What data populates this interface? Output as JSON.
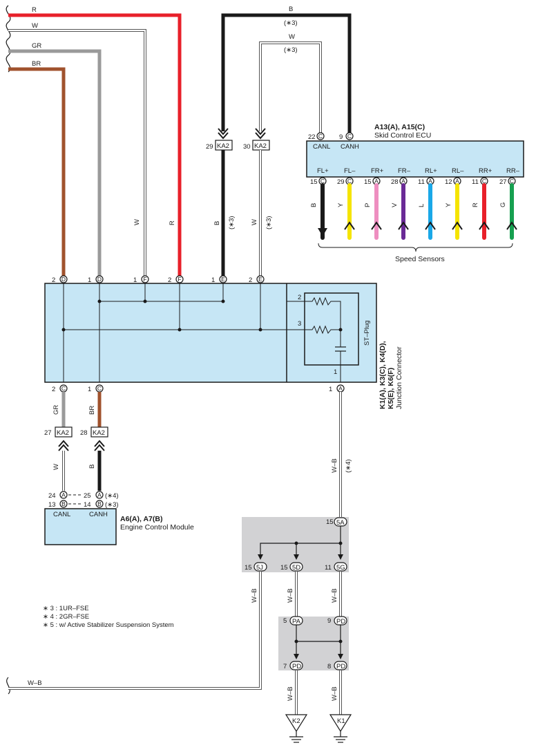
{
  "wires": {
    "left_R": "R",
    "left_W": "W",
    "left_GR": "GR",
    "left_BR": "BR",
    "top_B": "B",
    "top_B_note": "(∗3)",
    "top_W": "W",
    "top_W_note": "(∗3)",
    "vert_W1": "W",
    "vert_R1": "R",
    "vert_B2": "B",
    "vert_B2_note": "(∗3)",
    "vert_W2": "W",
    "vert_W2_note": "(∗3)",
    "low_GR": "GR",
    "low_BR": "BR",
    "low_W": "W",
    "low_B": "B",
    "jc_WB": "W–B",
    "jc_WB_note": "(∗4)",
    "wb1": "W–B",
    "wb2": "W–B",
    "wb3": "W–B",
    "wb4": "W–B",
    "wb5": "W–B",
    "bottom_WB": "W–B"
  },
  "skid_ecu": {
    "title": "A13(A), A15(C)",
    "subtitle": "Skid Control ECU",
    "top_pins": [
      {
        "num": "22",
        "letter": "C",
        "label": "CANL"
      },
      {
        "num": "9",
        "letter": "C",
        "label": "CANH"
      }
    ],
    "bottom_pins": [
      {
        "num": "15",
        "letter": "C",
        "label": "FL+",
        "wire": "B",
        "color": "#1a1a1a"
      },
      {
        "num": "29",
        "letter": "C",
        "label": "FL–",
        "wire": "Y",
        "color": "#f5e400"
      },
      {
        "num": "15",
        "letter": "A",
        "label": "FR+",
        "wire": "P",
        "color": "#ee8ec0"
      },
      {
        "num": "28",
        "letter": "A",
        "label": "FR–",
        "wire": "V",
        "color": "#6a2a96"
      },
      {
        "num": "11",
        "letter": "A",
        "label": "RL+",
        "wire": "L",
        "color": "#1aa8e8"
      },
      {
        "num": "12",
        "letter": "A",
        "label": "RL–",
        "wire": "Y",
        "color": "#f5e400"
      },
      {
        "num": "11",
        "letter": "C",
        "label": "RR+",
        "wire": "R",
        "color": "#e8202a"
      },
      {
        "num": "27",
        "letter": "C",
        "label": "RR–",
        "wire": "G",
        "color": "#16a050"
      }
    ],
    "sensors_label": "Speed Sensors"
  },
  "connectors": {
    "ka2_29": {
      "num": "29",
      "name": "KA2"
    },
    "ka2_30": {
      "num": "30",
      "name": "KA2"
    },
    "ka2_27": {
      "num": "27",
      "name": "KA2"
    },
    "ka2_28": {
      "num": "28",
      "name": "KA2"
    }
  },
  "junction": {
    "label_line1": "K1(A), K3(C), K4(D),",
    "label_line2": "K5(E), K6(F)",
    "label_line3": "Junction Connector",
    "st_plug": "ST–Plug",
    "top_pins": [
      {
        "num": "2",
        "letter": "D"
      },
      {
        "num": "1",
        "letter": "D"
      },
      {
        "num": "1",
        "letter": "F"
      },
      {
        "num": "2",
        "letter": "F"
      },
      {
        "num": "1",
        "letter": "E"
      },
      {
        "num": "2",
        "letter": "E"
      }
    ],
    "bottom_pins": [
      {
        "num": "2",
        "letter": "C"
      },
      {
        "num": "1",
        "letter": "C"
      },
      {
        "num": "1",
        "letter": "A"
      }
    ],
    "plug_pins": [
      "2",
      "3",
      "1"
    ]
  },
  "ecm": {
    "title": "A6(A), A7(B)",
    "subtitle": "Engine Control Module",
    "pin_canl_a": {
      "num": "24",
      "letter": "A"
    },
    "pin_canl_b": {
      "num": "13",
      "letter": "B"
    },
    "pin_canh_a": {
      "num": "25",
      "letter": "A",
      "note": "(∗4)"
    },
    "pin_canh_b": {
      "num": "14",
      "letter": "B",
      "note": "(∗3)"
    },
    "canl": "CANL",
    "canh": "CANH"
  },
  "splices": {
    "s5A": {
      "num": "15",
      "id": "5A"
    },
    "s5J": {
      "num": "15",
      "id": "5J"
    },
    "s5D": {
      "num": "15",
      "id": "5D"
    },
    "s5G": {
      "num": "11",
      "id": "5G"
    },
    "sPA": {
      "num": "5",
      "id": "PA"
    },
    "sPD9": {
      "num": "9",
      "id": "PD"
    },
    "sPD7": {
      "num": "7",
      "id": "PD"
    },
    "sPD8": {
      "num": "8",
      "id": "PD"
    }
  },
  "grounds": {
    "k2": "K2",
    "k1": "K1"
  },
  "notes": [
    "∗ 3 : 1UR–FSE",
    "∗ 4 : 2GR–FSE",
    "∗ 5 : w/ Active Stabilizer Suspension System"
  ]
}
